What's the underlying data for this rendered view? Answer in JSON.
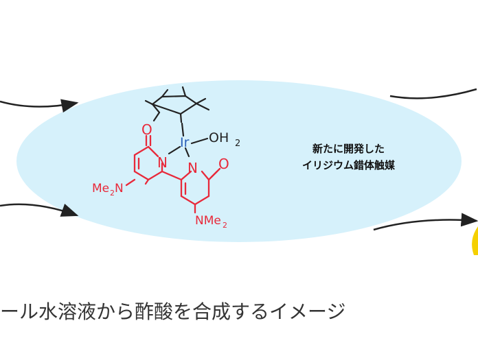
{
  "catalyst": {
    "name_line1": "新たに開発した",
    "name_line2": "イリジウム錯体触媒",
    "ligand_atoms": {
      "metal": "Ir",
      "water": "OH",
      "water_sub": "2",
      "nitrogen": "N",
      "oxygen": "O",
      "amine_left": "Me",
      "amine_left_sub": "2",
      "amine_left_n": "N",
      "amine_right_n": "NMe",
      "amine_right_sub": "2"
    }
  },
  "caption": "ール水溶液から酢酸を合成するイメージ",
  "colors": {
    "ellipse_fill": "#d6f1fb",
    "ligand": "#e8293a",
    "metal": "#2a5fb8",
    "bond": "#222222",
    "arrow": "#222222",
    "accent_yellow": "#f5d000"
  }
}
